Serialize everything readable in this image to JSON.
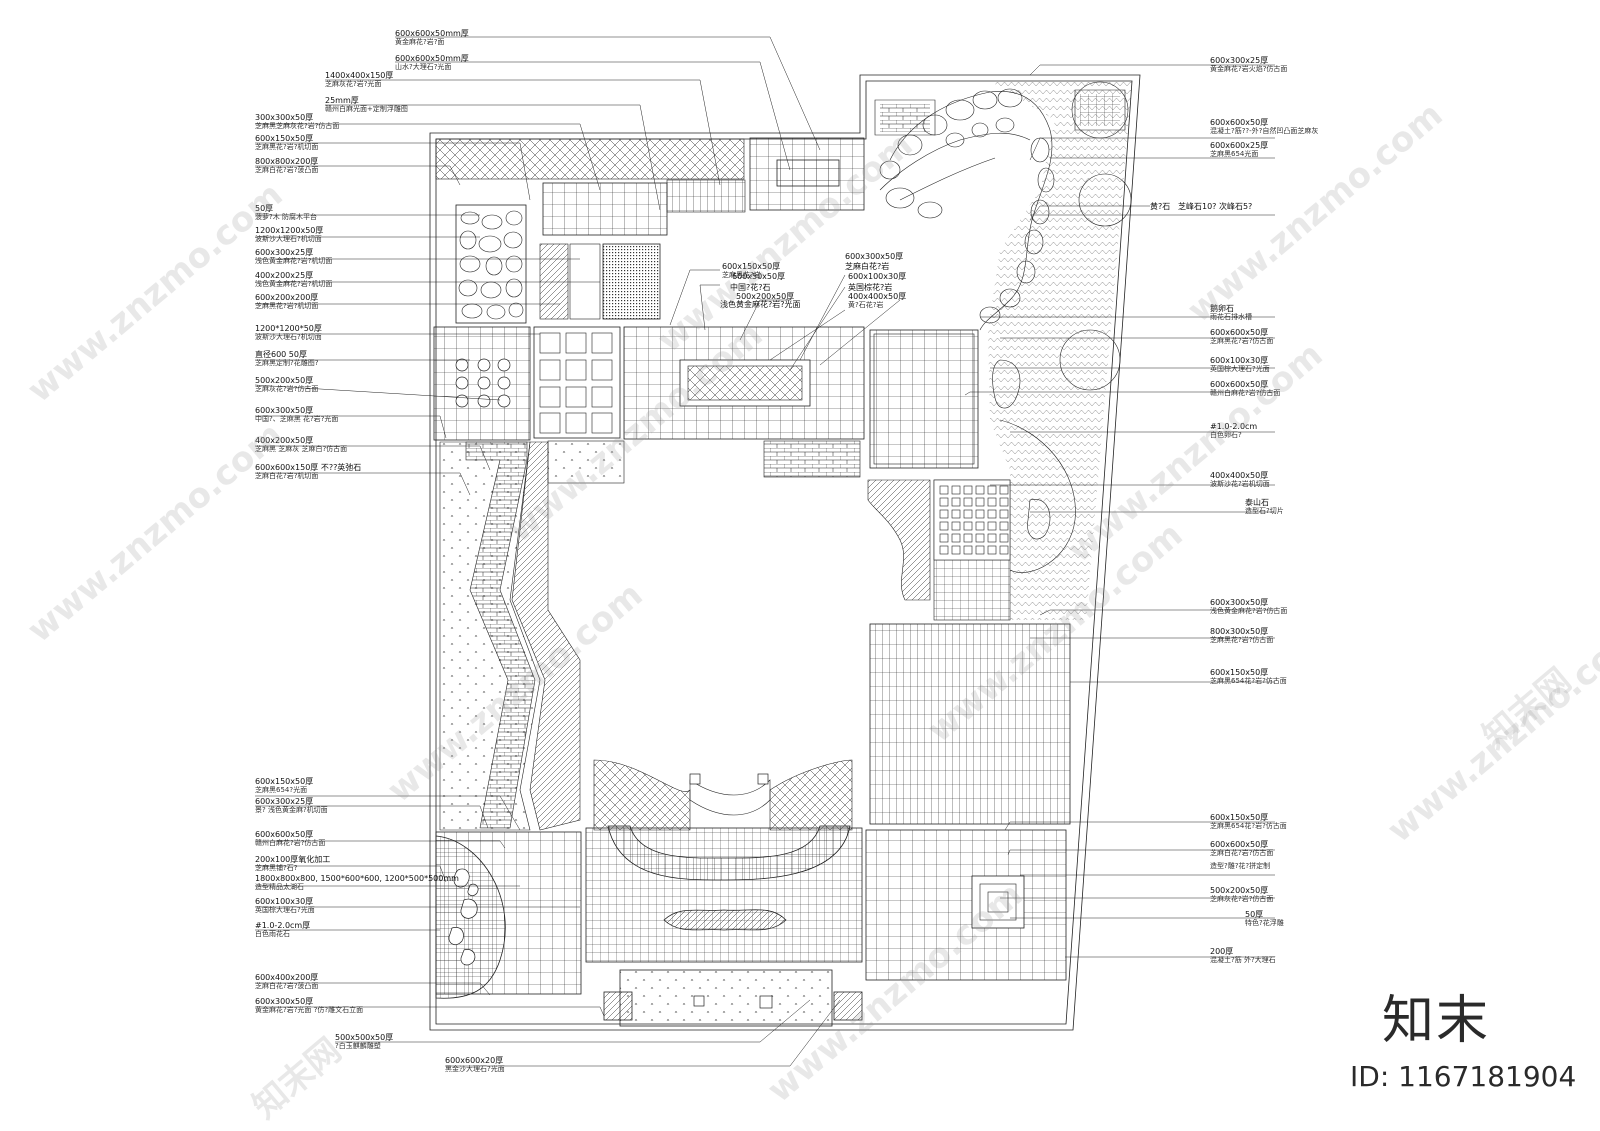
{
  "drawing": {
    "left_labels": [
      {
        "t": "600x600x50mm厚",
        "s": "黄金麻花?岩?面"
      },
      {
        "t": "600x600x50mm厚",
        "s": "山水?大理石?光面"
      },
      {
        "t": "1400x400x150厚",
        "s": "芝麻灰花?岩?光面"
      },
      {
        "t": "25mm厚",
        "s": "赣州白麻光面+定制浮雕图"
      },
      {
        "t": "300x300x50厚",
        "s": "芝麻黑芝麻灰花?岩?仿古面"
      },
      {
        "t": "600x150x50厚",
        "s": "芝麻黑花?岩?机切面"
      },
      {
        "t": "800x800x200厚",
        "s": "芝麻白花?岩?菠凸面"
      },
      {
        "t": "50厚",
        "s": "菠萝?木 防腐木平台"
      },
      {
        "t": "1200x1200x50厚",
        "s": "波斯沙大理石?机切面"
      },
      {
        "t": "600x300x25厚",
        "s": "浅色黄金麻花?岩?机切面"
      },
      {
        "t": "400x200x25厚",
        "s": "浅色黄金麻花?岩?机切面"
      },
      {
        "t": "600x200x200厚",
        "s": "芝麻黑花?岩?机切面"
      },
      {
        "t": "1200*1200*50厚",
        "s": "波斯沙大理石?机切面"
      },
      {
        "t": "直径600      50厚",
        "s": "芝麻黑定制?花雕图?"
      },
      {
        "t": "500x200x50厚",
        "s": "芝麻灰花?岩?仿古面"
      },
      {
        "t": "600x300x50厚",
        "s": "中国?、芝麻黑 花?岩?光面"
      },
      {
        "t": "400x200x50厚",
        "s": "芝麻黑  芝麻灰  芝麻白?仿古面"
      },
      {
        "t": "600x600x150厚 不??英弛石",
        "s": "芝麻白花?岩?机切面"
      },
      {
        "t": "600x150x50厚",
        "s": "芝麻黑654?光面"
      },
      {
        "t": "600x300x25厚",
        "s": "景?  浅色黄金麻?机切面"
      },
      {
        "t": "600x600x50厚",
        "s": "赣州白麻花?岩?仿古面"
      },
      {
        "t": "200x100厚氧化加工",
        "s": "芝麻黑铺?石?"
      },
      {
        "t": "1800x800x800, 1500*600*600, 1200*500*500mm",
        "s": "造型精品太湖石"
      },
      {
        "t": "600x100x30厚",
        "s": "英国棕大理石?光面"
      },
      {
        "t": "#1.0-2.0cm厚",
        "s": "白色雨花石"
      },
      {
        "t": "600x400x200厚",
        "s": "芝麻白花?岩?菠凸面"
      },
      {
        "t": "600x300x50厚",
        "s": "黄金麻花?岩?光面 ?仿?雕文石立面"
      },
      {
        "t": "500x500x50厚",
        "s": "?白玉麒麟雕塑"
      },
      {
        "t": "600x600x20厚",
        "s": "黑金沙大理石?光面"
      }
    ],
    "right_labels": [
      {
        "t": "600x300x25厚",
        "s": "黄金麻花?岩火焰?仿古面"
      },
      {
        "t": "600x600x50厚",
        "s": "混凝土?筋??-外?自然凹凸面芝麻灰"
      },
      {
        "t": "600x600x25厚",
        "s": "芝麻黑654光面"
      },
      {
        "t": "鹅卵石",
        "s": "雨花石排水槽"
      },
      {
        "t": "600x600x50厚",
        "s": "芝麻黑花?岩?仿古面"
      },
      {
        "t": "600x100x30厚",
        "s": "英国棕大理石?光面"
      },
      {
        "t": "600x600x50厚",
        "s": "赣州白麻花?岩?仿古面"
      },
      {
        "t": "#1.0-2.0cm",
        "s": "白色卵石?"
      },
      {
        "t": "400x400x50厚",
        "s": "波斯沙花?岩机切面"
      },
      {
        "t": "泰山石",
        "s": "造型石?切片"
      },
      {
        "t": "600x300x50厚",
        "s": "浅色黄金麻花?岩?仿古面"
      },
      {
        "t": "800x300x50厚",
        "s": "芝麻黑花?岩?仿古面"
      },
      {
        "t": "600x150x50厚",
        "s": "芝麻黑654花?岩?仿古面"
      },
      {
        "t": "600x150x50厚",
        "s": "芝麻黑654花?岩?仿古面"
      },
      {
        "t": "600x600x50厚",
        "s": "芝麻白花?岩?仿古面"
      },
      {
        "t": "",
        "s": "造型?雕?花?拼定制"
      },
      {
        "t": "500x200x50厚",
        "s": "芝麻灰花?岩?仿古面"
      },
      {
        "t": "50厚",
        "s": "特色?花浮雕"
      },
      {
        "t": "200厚",
        "s": "混凝土?筋 外?大理石"
      }
    ],
    "top_labels": [
      {
        "t": "浅色黄金麻花?岩?光面",
        "s": "芝麻黑花?岩"
      },
      {
        "t": "芝麻白花?岩",
        "s": "中国?花?石"
      },
      {
        "t": "600x150x50厚",
        "s": ""
      },
      {
        "t": "600x50x50厚",
        "s": ""
      },
      {
        "t": "500x200x50厚",
        "s": ""
      },
      {
        "t": "600x300x50厚",
        "s": ""
      },
      {
        "t": "600x100x30厚",
        "s": "英国棕花?岩"
      },
      {
        "t": "400x400x50厚",
        "s": "黄?石花?岩"
      },
      {
        "t": "黄?石",
        "s": "芝峰石10?  次峰石5?"
      }
    ],
    "watermark": "www.znzmo.com",
    "watermark_cn": "知末网",
    "brand": "知末",
    "id_text": "ID: 1167181904"
  }
}
